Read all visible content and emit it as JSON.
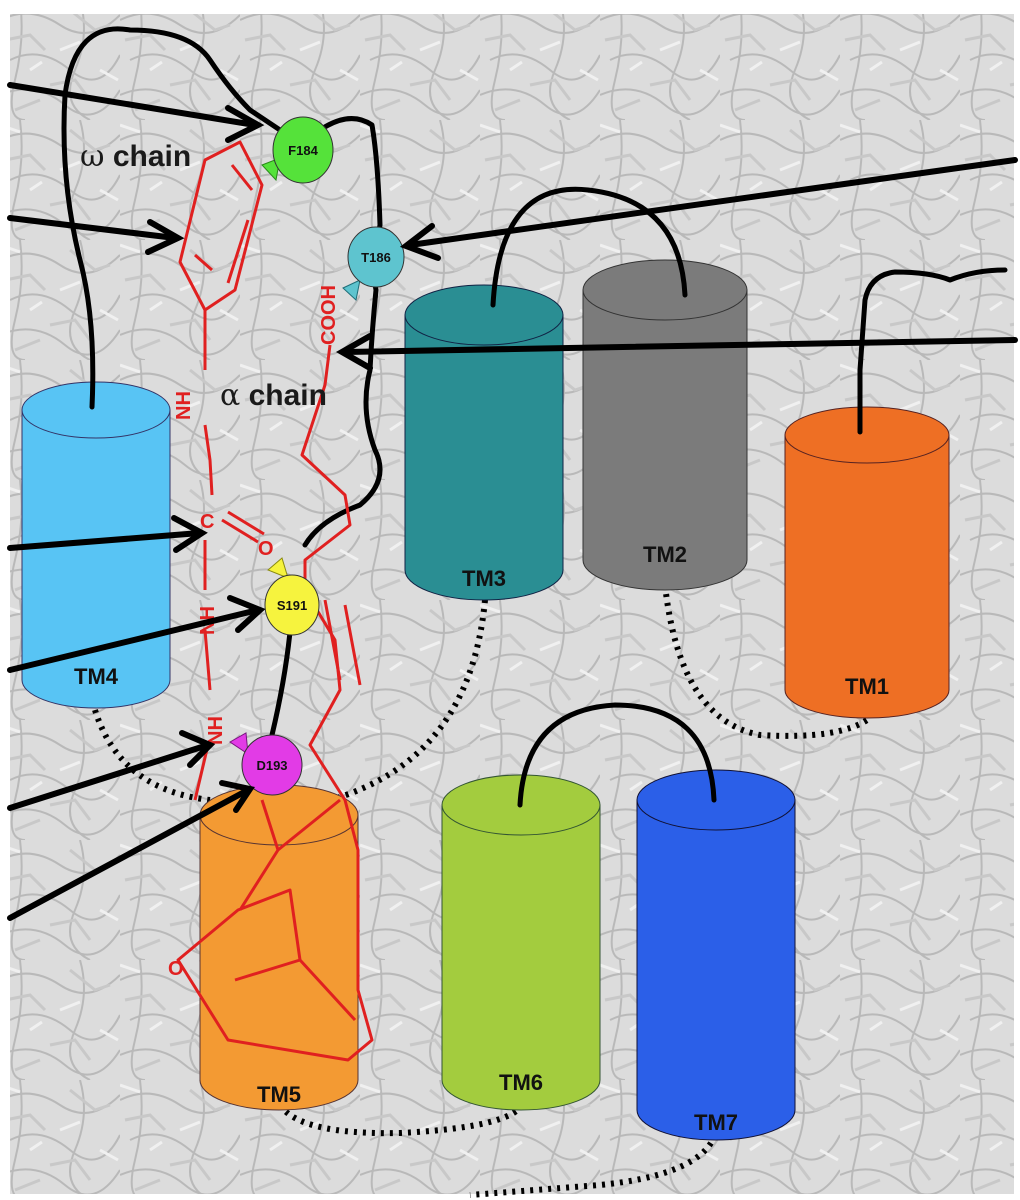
{
  "diagram": {
    "colors": {
      "tm1": "#ee6f24",
      "tm2": "#7b7b7b",
      "tm3": "#2a8e93",
      "tm4": "#58c4f4",
      "tm5": "#f39a33",
      "tm6": "#a3cc3e",
      "tm7": "#2b5fe8",
      "ligand": "#e02020",
      "loop": "#000000",
      "background": "#d9d9d9"
    },
    "helices": {
      "tm1": "TM1",
      "tm2": "TM2",
      "tm3": "TM3",
      "tm4": "TM4",
      "tm5": "TM5",
      "tm6": "TM6",
      "tm7": "TM7"
    },
    "residues": {
      "f184": "F184",
      "t186": "T186",
      "s191": "S191",
      "d193": "D193"
    },
    "chains": {
      "omega_symbol": "ω",
      "omega_word": "chain",
      "alpha_symbol": "α",
      "alpha_word": "chain"
    },
    "chem_groups": {
      "cooh": "COOH",
      "nh_top": "NH",
      "c": "C",
      "o_carbonyl": "O",
      "nh_mid": "NH",
      "nh_low": "NH",
      "o_ring": "O"
    },
    "residue_colors": {
      "f184": "#55e23a",
      "t186": "#5ec4cf",
      "s191": "#f6f33e",
      "d193": "#e23be6"
    }
  }
}
